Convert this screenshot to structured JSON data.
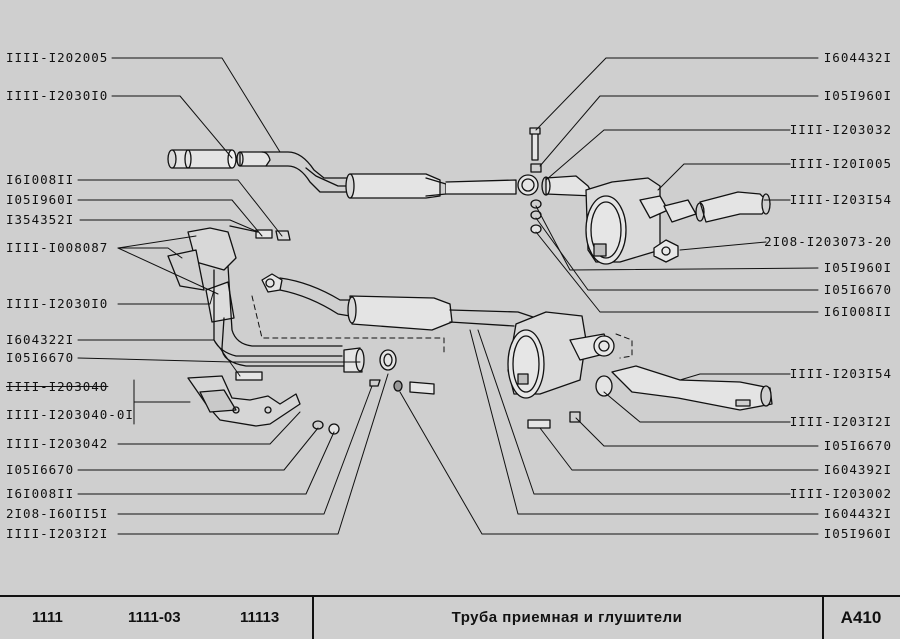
{
  "labels_left": [
    "IIII-I202005",
    "IIII-I2030I0",
    "I6I008II",
    "I05I960I",
    "I354352I",
    "IIII-I008087",
    "IIII-I2030I0",
    "I604322I",
    "I05I6670",
    "IIII-I203040",
    "IIII-I203040-0I",
    "IIII-I203042",
    "I05I6670",
    "I6I008II",
    "2I08-I60II5I",
    "IIII-I203I2I"
  ],
  "labels_right": [
    "I604432I",
    "I05I960I",
    "IIII-I203032",
    "IIII-I20I005",
    "IIII-I203I54",
    "2I08-I203073-20",
    "I05I960I",
    "I05I6670",
    "I6I008II",
    "IIII-I203I54",
    "IIII-I203I2I",
    "I05I6670",
    "I604392I",
    "IIII-I203002",
    "I604432I",
    "I05I960I"
  ],
  "footer": {
    "model_1": "1111",
    "model_2": "1111-03",
    "model_3": "11113",
    "title": "Труба приемная и глушители",
    "code": "A410"
  },
  "colors": {
    "background": "#cfcfcf",
    "ink": "#111111"
  }
}
